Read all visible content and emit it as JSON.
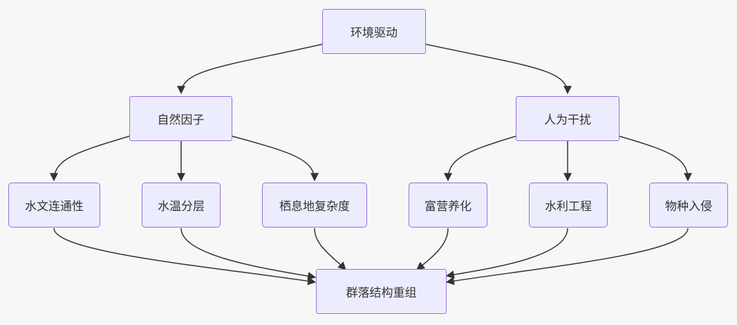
{
  "nodes": {
    "root": "环境驱动",
    "natural": "自然因子",
    "human": "人为干扰",
    "hydro_connectivity": "水文连通性",
    "water_stratification": "水温分层",
    "habitat_complexity": "栖息地复杂度",
    "eutrophication": "富营养化",
    "water_engineering": "水利工程",
    "species_invasion": "物种入侵",
    "outcome": "群落结构重组"
  },
  "colors": {
    "node_fill": "#ececff",
    "node_border": "#9370db",
    "edge": "#333333",
    "background": "#f7f7f7"
  }
}
